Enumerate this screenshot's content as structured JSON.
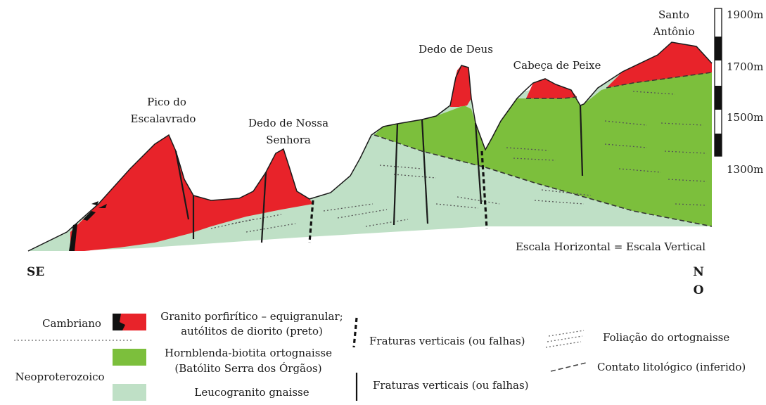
{
  "diagram": {
    "peaks": {
      "escalavrado": [
        "Pico do",
        "Escalavrado"
      ],
      "nossa_senhora": [
        "Dedo de Nossa",
        "Senhora"
      ],
      "dedo_de_deus": "Dedo de Deus",
      "cabeca_de_peixe": "Cabeça de Peixe",
      "santo_antonio": [
        "Santo",
        "Antônio"
      ]
    },
    "scale_note": "Escala Horizontal = Escala Vertical",
    "direction_left": "SE",
    "direction_right": [
      "N",
      "O"
    ],
    "elevations": [
      "1900m",
      "1700m",
      "1500m",
      "1300m"
    ]
  },
  "legend": {
    "periods": [
      "Cambriano",
      "Neoproterozoico"
    ],
    "units": {
      "granito": [
        "Granito porfirítico – equigranular;",
        "autólitos de diorito (preto)"
      ],
      "ortognaisse": [
        "Hornblenda-biotita ortognaisse",
        "(Batólito Serra dos Órgãos)"
      ],
      "leucogranito": "Leucogranito gnaisse"
    },
    "symbols": {
      "fraturas_dashed": "Fraturas verticais (ou falhas)",
      "fraturas_solid": "Fraturas verticais (ou falhas)",
      "foliacao": "Foliação do ortognaisse",
      "contato": "Contato litológico (inferido)"
    }
  },
  "colors": {
    "granite": "#e8232a",
    "orthogneiss": "#7cbf3c",
    "leucogranite": "#bfe0c6",
    "diorite": "#111111"
  }
}
